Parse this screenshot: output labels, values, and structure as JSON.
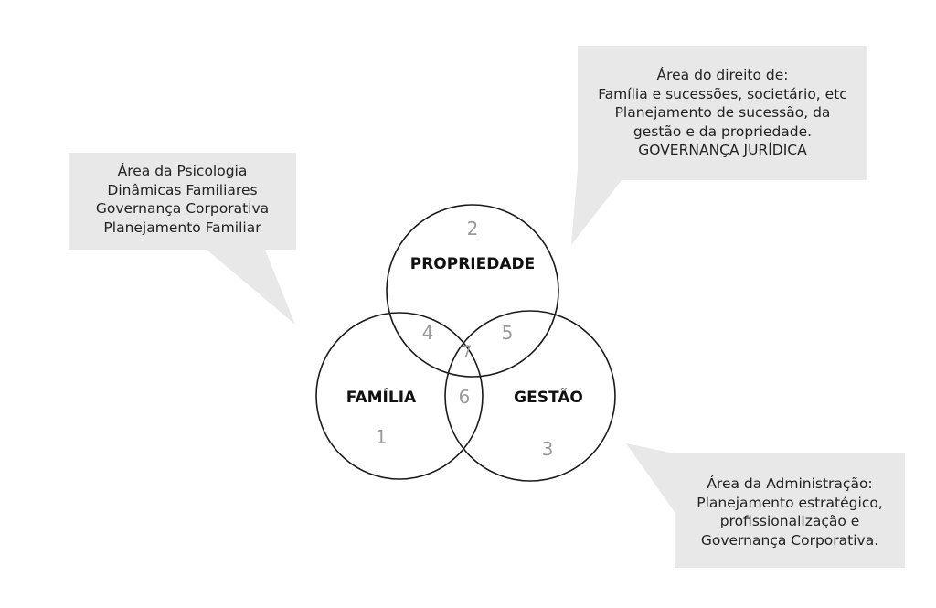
{
  "callouts": {
    "psicologia": {
      "lines": [
        "Área da Psicologia",
        "Dinâmicas Familiares",
        "Governança Corporativa",
        "Planejamento Familiar"
      ]
    },
    "direito": {
      "lines": [
        "Área do direito de:",
        "Família e sucessões, societário, etc",
        "Planejamento de sucessão, da",
        "gestão e da propriedade.",
        "GOVERNANÇA JURÍDICA"
      ]
    },
    "administracao": {
      "lines": [
        "Área da Administração:",
        "Planejamento estratégico,",
        "profissionalização e",
        "Governança Corporativa."
      ]
    }
  },
  "circles": {
    "propriedade": "PROPRIEDADE",
    "familia": "FAMÍLIA",
    "gestao": "GESTÃO"
  },
  "regions": {
    "familia_only": "1",
    "propriedade_only": "2",
    "gestao_only": "3",
    "familia_propriedade": "4",
    "propriedade_gestao": "5",
    "familia_gestao": "6",
    "center": "7"
  },
  "colors": {
    "callout_background": "#e8e8e8",
    "circle_stroke": "#1a1a1a",
    "region_number": "#9a9a9a"
  }
}
